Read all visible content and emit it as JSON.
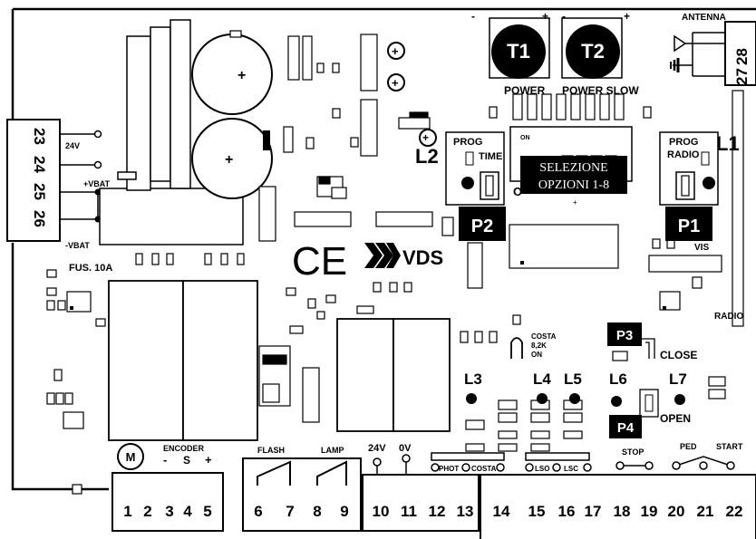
{
  "pots": [
    {
      "id": "T1",
      "caption": "POWER",
      "minus": "-",
      "plus": "+"
    },
    {
      "id": "T2",
      "caption": "POWER SLOW",
      "minus": "-",
      "plus": "+"
    }
  ],
  "antenna": {
    "title": "ANTENNA",
    "terminals": [
      "28",
      "27"
    ]
  },
  "left_terminals": {
    "numbers": [
      "23",
      "24",
      "25",
      "26"
    ],
    "label_24v": "24V",
    "label_vbat_pos": "+VBAT",
    "label_vbat_neg": "-VBAT"
  },
  "fuse": "FUS. 10A",
  "leds": [
    "L1",
    "L2",
    "L3",
    "L4",
    "L5",
    "L6",
    "L7"
  ],
  "buttons": [
    "P1",
    "P2",
    "P3",
    "P4"
  ],
  "prog_time": {
    "line1": "PROG",
    "line2": "TIME"
  },
  "prog_radio": {
    "line1": "PROG",
    "line2": "RADIO"
  },
  "dip": {
    "on_label": "ON",
    "callout_line1": "SELEZIONE",
    "callout_line2": "OPZIONI 1-8",
    "o_mark": "O",
    "plus_mark": "+"
  },
  "marks": {
    "ce": "CE",
    "vds": "VDS"
  },
  "costa_note": {
    "line1": "COSTA",
    "line2": "8,2K",
    "line3": "ON"
  },
  "labels": {
    "vis": "VIS",
    "radio": "RADIO",
    "close": "CLOSE",
    "open": "OPEN",
    "encoder": "ENCODER",
    "motor": "M",
    "flash": "FLASH",
    "lamp": "LAMP",
    "v24": "24V",
    "v0": "0V",
    "phot": "PHOT",
    "costa": "COSTA",
    "lso": "LSO",
    "lsc": "LSC",
    "stop": "STOP",
    "ped": "PED",
    "start": "START",
    "enc_minus": "-",
    "enc_s": "S",
    "enc_plus": "+"
  },
  "bottom_terminals": [
    "1",
    "2",
    "3",
    "4",
    "5",
    "6",
    "7",
    "8",
    "9",
    "10",
    "11",
    "12",
    "13",
    "14",
    "15",
    "16",
    "17",
    "18",
    "19",
    "20",
    "21",
    "22"
  ]
}
